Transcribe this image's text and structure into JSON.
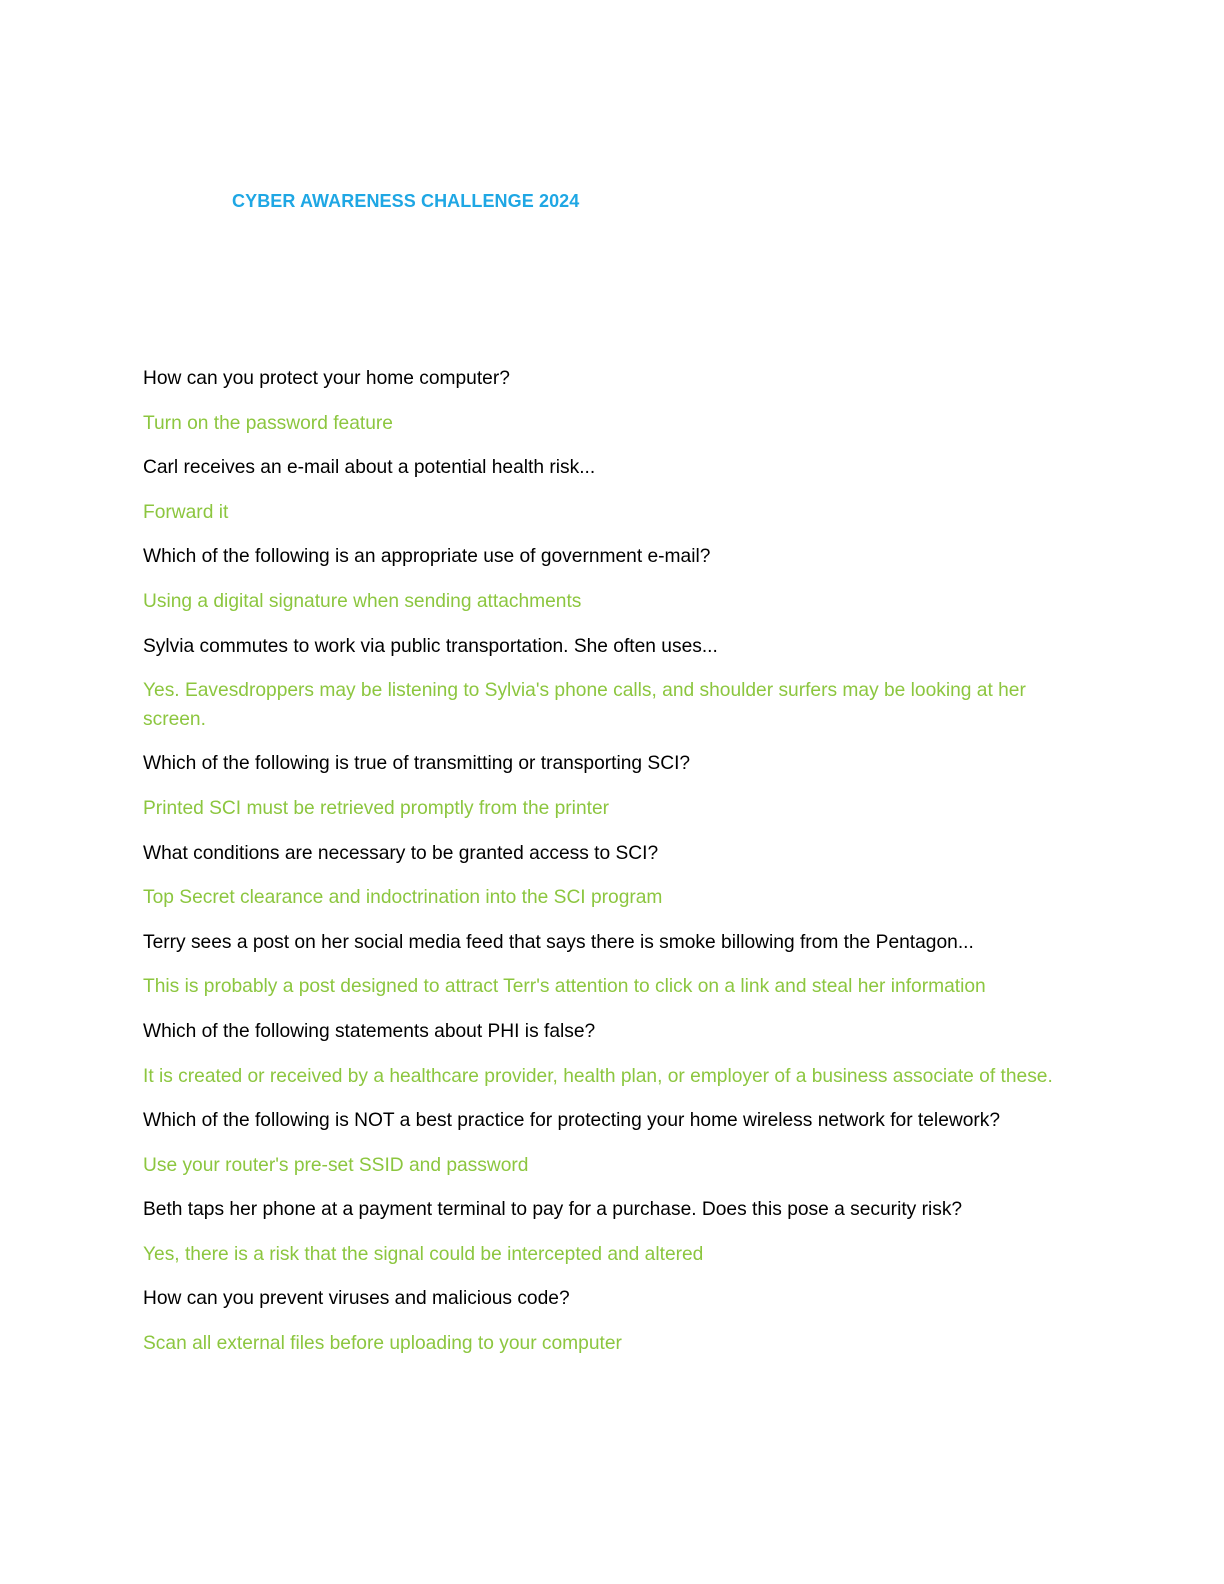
{
  "title": "CYBER AWARENESS CHALLENGE 2024",
  "colors": {
    "title": "#1fa7e4",
    "question": "#000000",
    "answer": "#8cc63f"
  },
  "items": [
    {
      "question": "How can you protect your home computer?",
      "answer": "Turn on the password feature"
    },
    {
      "question": "Carl receives an e-mail about a potential health risk...",
      "answer": "Forward it"
    },
    {
      "question": "Which of the following is an appropriate use of government e-mail?",
      "answer": "Using a digital signature when sending attachments"
    },
    {
      "question": "Sylvia commutes to work via public transportation. She often uses...",
      "answer": "Yes. Eavesdroppers may be listening to Sylvia's phone calls, and shoulder surfers may be looking at her screen."
    },
    {
      "question": "Which of the following is true of transmitting or transporting SCI?",
      "answer": "Printed SCI must be retrieved promptly from the printer"
    },
    {
      "question": "What conditions are necessary to be granted access to SCI?",
      "answer": "Top Secret clearance and indoctrination into the SCI program"
    },
    {
      "question": "Terry sees a post on her social media feed that says there is smoke billowing from the Pentagon...",
      "answer": "This is probably a post designed to attract Terr's attention to click on a link and steal her information"
    },
    {
      "question": "Which of the following statements about PHI is false?",
      "answer": "It is created or received by a healthcare provider, health plan, or employer of a business associate of these."
    },
    {
      "question": "Which of the following is NOT a best practice for protecting your home wireless network for telework?",
      "answer": "Use your router's pre-set SSID and password"
    },
    {
      "question": "Beth taps her phone at a payment terminal to pay for a purchase. Does this pose a security risk?",
      "answer": "Yes, there is a risk that the signal could be intercepted and altered"
    },
    {
      "question": "How can you prevent viruses and malicious code?",
      "answer": "Scan all external files before uploading to your computer"
    }
  ]
}
